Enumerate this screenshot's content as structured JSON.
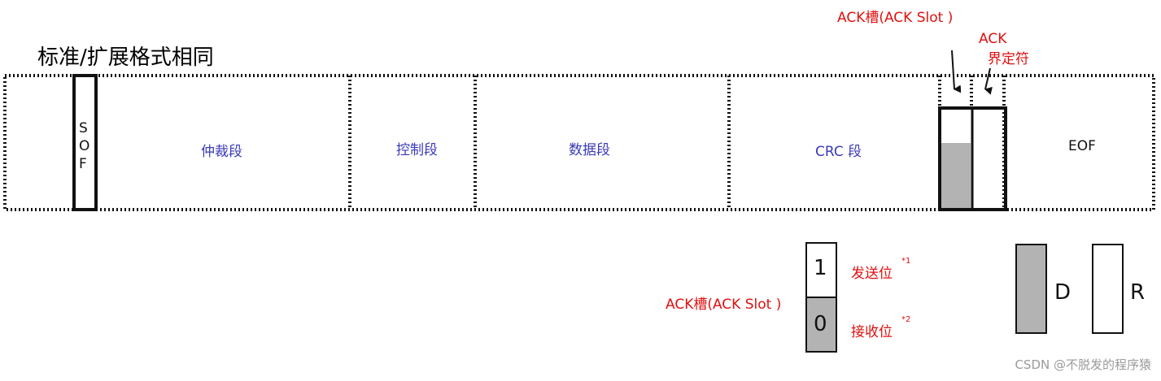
{
  "title": "标准/扩展格式相同",
  "segments": {
    "sof": [
      "S",
      "O",
      "F"
    ],
    "arbitration": "仲裁段",
    "control": "控制段",
    "data": "数据段",
    "crc": "CRC 段",
    "eof": "EOF"
  },
  "annotations": {
    "ack_slot_top": "ACK槽(ACK Slot )",
    "ack_delimiter_line1": "ACK",
    "ack_delimiter_line2": "界定符"
  },
  "legend": {
    "ack_slot_label": "ACK槽(ACK Slot )",
    "bit1_value": "1",
    "bit1_label": "发送位",
    "bit1_note": "*1",
    "bit0_value": "0",
    "bit0_label": "接收位",
    "bit0_note": "*2",
    "dominant": "D",
    "recessive": "R"
  },
  "watermark": "CSDN @不脱发的程序猿",
  "colors": {
    "segment_text": "#3a3ab8",
    "annotation_text": "#e01010",
    "dominant_fill": "#b3b3b3"
  }
}
